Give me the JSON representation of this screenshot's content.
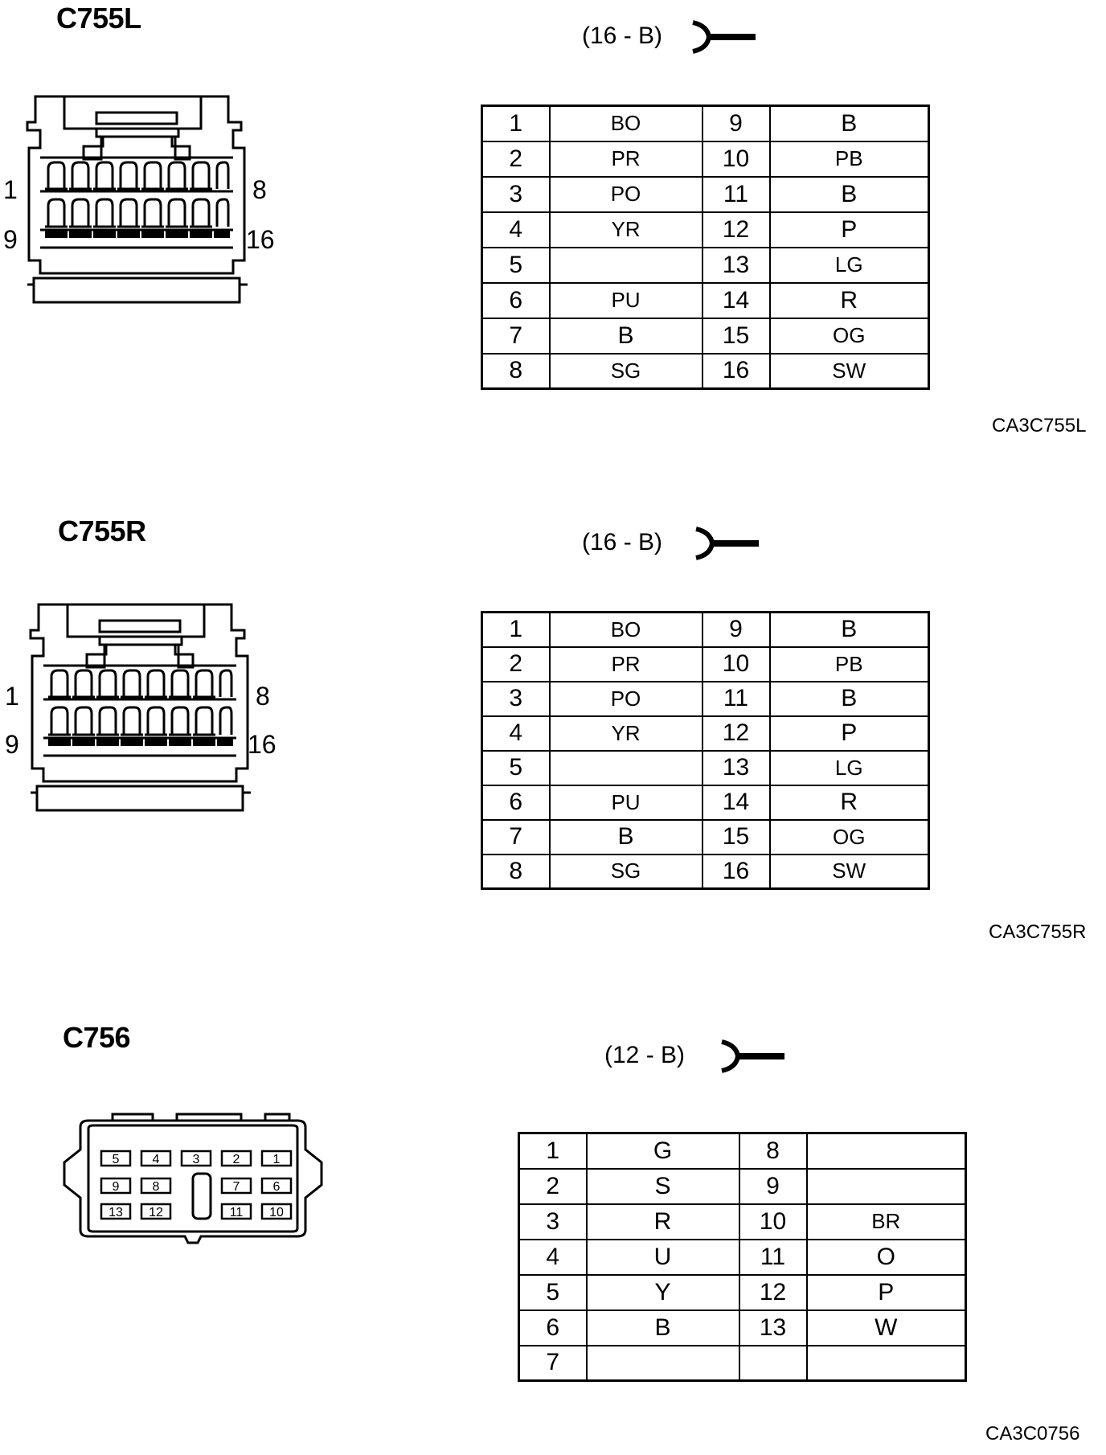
{
  "connectors": [
    {
      "name": "C755L",
      "type": "(16 - B)",
      "code": "CA3C755L",
      "pin_labels": {
        "top_left": "1",
        "top_right": "8",
        "bottom_left": "9",
        "bottom_right": "16"
      },
      "pins": [
        {
          "num": "1",
          "color": "BO"
        },
        {
          "num": "2",
          "color": "PR"
        },
        {
          "num": "3",
          "color": "PO"
        },
        {
          "num": "4",
          "color": "YR"
        },
        {
          "num": "5",
          "color": ""
        },
        {
          "num": "6",
          "color": "PU"
        },
        {
          "num": "7",
          "color": "B"
        },
        {
          "num": "8",
          "color": "SG"
        },
        {
          "num": "9",
          "color": "B"
        },
        {
          "num": "10",
          "color": "PB"
        },
        {
          "num": "11",
          "color": "B"
        },
        {
          "num": "12",
          "color": "P"
        },
        {
          "num": "13",
          "color": "LG"
        },
        {
          "num": "14",
          "color": "R"
        },
        {
          "num": "15",
          "color": "OG"
        },
        {
          "num": "16",
          "color": "SW"
        }
      ]
    },
    {
      "name": "C755R",
      "type": "(16 - B)",
      "code": "CA3C755R",
      "pin_labels": {
        "top_left": "1",
        "top_right": "8",
        "bottom_left": "9",
        "bottom_right": "16"
      },
      "pins": [
        {
          "num": "1",
          "color": "BO"
        },
        {
          "num": "2",
          "color": "PR"
        },
        {
          "num": "3",
          "color": "PO"
        },
        {
          "num": "4",
          "color": "YR"
        },
        {
          "num": "5",
          "color": ""
        },
        {
          "num": "6",
          "color": "PU"
        },
        {
          "num": "7",
          "color": "B"
        },
        {
          "num": "8",
          "color": "SG"
        },
        {
          "num": "9",
          "color": "B"
        },
        {
          "num": "10",
          "color": "PB"
        },
        {
          "num": "11",
          "color": "B"
        },
        {
          "num": "12",
          "color": "P"
        },
        {
          "num": "13",
          "color": "LG"
        },
        {
          "num": "14",
          "color": "R"
        },
        {
          "num": "15",
          "color": "OG"
        },
        {
          "num": "16",
          "color": "SW"
        }
      ]
    },
    {
      "name": "C756",
      "type": "(12 - B)",
      "code": "CA3C0756",
      "face_pins": [
        [
          "5",
          "4",
          "3",
          "2",
          "1"
        ],
        [
          "9",
          "8",
          "7",
          "6"
        ],
        [
          "13",
          "12",
          "11",
          "10"
        ]
      ],
      "pins": [
        {
          "num": "1",
          "color": "G"
        },
        {
          "num": "2",
          "color": "S"
        },
        {
          "num": "3",
          "color": "R"
        },
        {
          "num": "4",
          "color": "U"
        },
        {
          "num": "5",
          "color": "Y"
        },
        {
          "num": "6",
          "color": "B"
        },
        {
          "num": "7",
          "color": ""
        },
        {
          "num": "8",
          "color": ""
        },
        {
          "num": "9",
          "color": ""
        },
        {
          "num": "10",
          "color": "BR"
        },
        {
          "num": "11",
          "color": "O"
        },
        {
          "num": "12",
          "color": "P"
        },
        {
          "num": "13",
          "color": "W"
        },
        {
          "num": "",
          "color": ""
        }
      ]
    }
  ]
}
